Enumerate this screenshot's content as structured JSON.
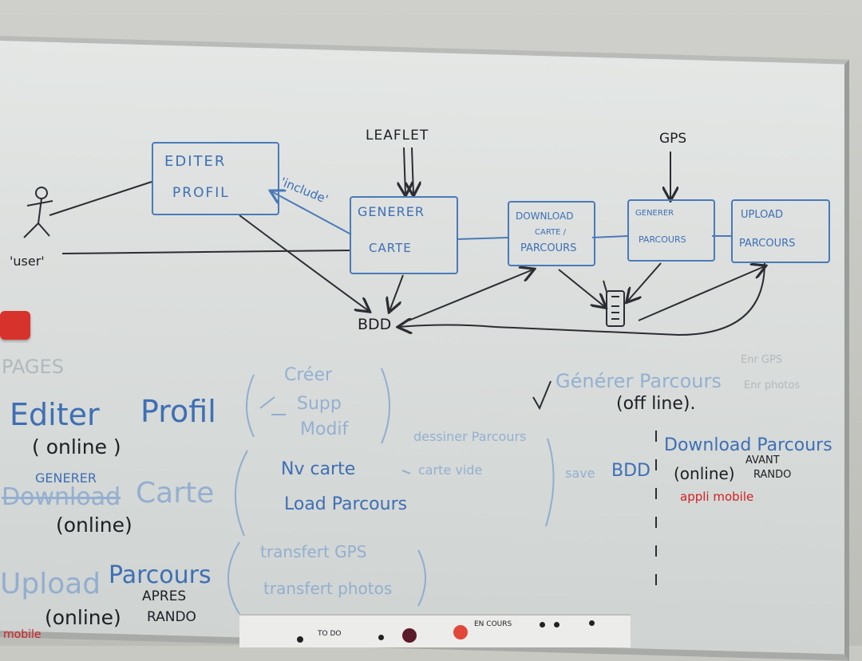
{
  "diagram": {
    "actor": "'user'",
    "include": "'include'",
    "leaflet": "LEAFLET",
    "gps": "GPS",
    "bdd": "BDD",
    "boxes": {
      "editer_profil_1": "EDITER",
      "editer_profil_2": "PROFIL",
      "generer_carte_1": "GENERER",
      "generer_carte_2": "CARTE",
      "download_1": "DOWNLOAD",
      "download_2": "CARTE /",
      "download_3": "PARCOURS",
      "generer_parcours_1": "GENERER",
      "generer_parcours_2": "PARCOURS",
      "upload_1": "UPLOAD",
      "upload_2": "PARCOURS"
    }
  },
  "notes": {
    "pages": "PAGES",
    "editer": "Editer",
    "profil": "Profil",
    "online1": "( online )",
    "creer": "Créer",
    "supp": "Supp",
    "modif": "Modif",
    "generer": "GENERER",
    "download_struck": "Download",
    "carte": "Carte",
    "online2": "(online)",
    "nv_carte": "Nv carte",
    "dessiner": "dessiner Parcours",
    "carte_vide": "carte vide",
    "load_parcours": "Load Parcours",
    "save_bdd_1": "save",
    "save_bdd_2": "BDD",
    "upload": "Upload",
    "parcours": "Parcours",
    "apres": "APRES",
    "rando1": "RANDO",
    "online3": "(online)",
    "mobile": "mobile",
    "transfert_gps": "transfert GPS",
    "transfert_photos": "transfert photos",
    "generer_parcours": "Générer Parcours",
    "enr_gps": "Enr GPS",
    "enr_photos": "Enr photos",
    "offline": "(off line).",
    "download_parcours": "Download Parcours",
    "online4": "(online)",
    "avant": "AVANT",
    "rando2": "RANDO",
    "appli_mobile": "appli mobile"
  },
  "tray": {
    "todo": "TO DO",
    "en_cours": "EN COURS"
  },
  "colors": {
    "marker_black": "#1d1f24",
    "marker_blue": "#3e6fb5",
    "marker_red": "#d21e22",
    "board": "#dfe2e0"
  }
}
